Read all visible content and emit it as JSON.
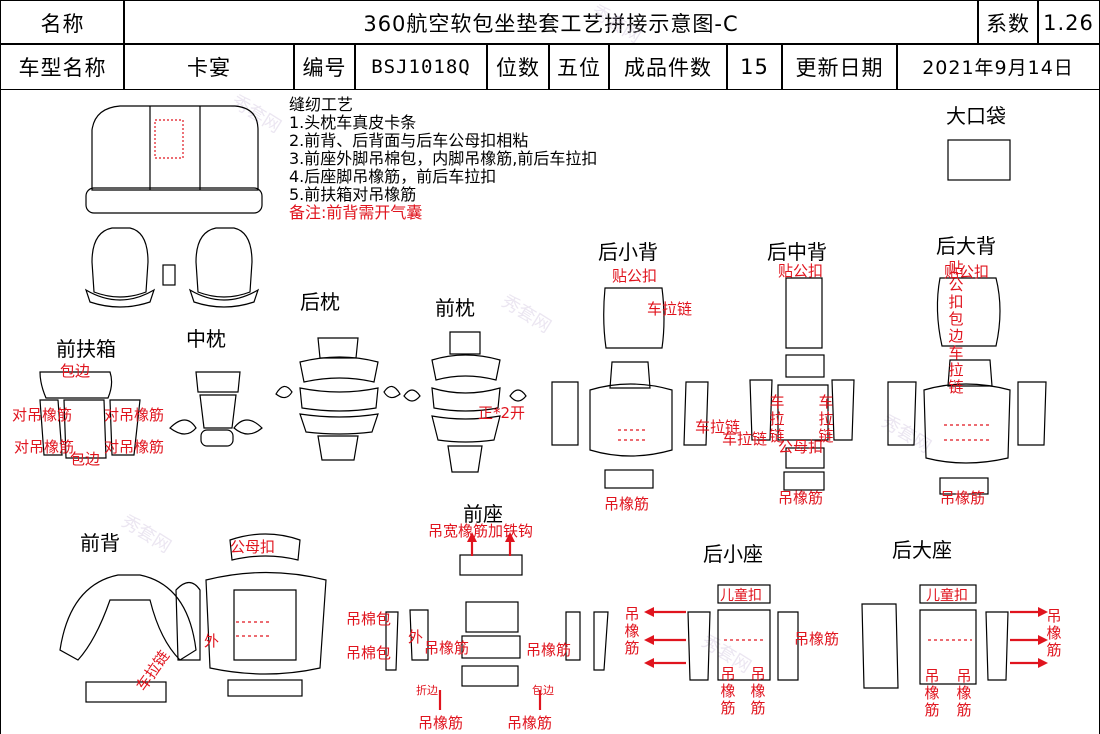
{
  "header": {
    "name_label": "名称",
    "title": "360航空软包坐垫套工艺拼接示意图-C",
    "coef_label": "系数",
    "coef_value": "1.26",
    "model_label": "车型名称",
    "model_value": "卡宴",
    "code_label": "编号",
    "code_value": "BSJ1018Q",
    "seats_label": "位数",
    "seats_value": "五位",
    "pieces_label": "成品件数",
    "pieces_value": "15",
    "date_label": "更新日期",
    "date_value": "2021年9月14日"
  },
  "craft": {
    "title": "缝纫工艺",
    "steps": [
      "1.头枕车真皮卡条",
      "2.前背、后背面与后车公母扣相粘",
      "3.前座外脚吊棉包，内脚吊橡筋,前后车拉扣",
      "4.后座脚吊橡筋，前后车拉扣",
      "5.前扶箱对吊橡筋"
    ],
    "note": "备注:前背需开气囊"
  },
  "sections": {
    "big_pocket": "大口袋",
    "front_armrest": "前扶箱",
    "mid_pillow": "中枕",
    "rear_pillow": "后枕",
    "front_pillow": "前枕",
    "rear_small_back": "后小背",
    "rear_mid_back": "后中背",
    "rear_big_back": "后大背",
    "front_back": "前背",
    "front_seat": "前座",
    "rear_small_seat": "后小座",
    "rear_big_seat": "后大座"
  },
  "annotations": {
    "wrap_edge": "包边",
    "pair_elastic": "对吊橡筋",
    "pair_elastic_b": "对吊橡筋",
    "snap": "贴公扣",
    "snap_b": "贴公扣",
    "snap_vertical": "贴公扣包边车拉链",
    "zipper": "车拉链",
    "zipper_b": "车拉链",
    "zipper_vertical_l": "车拉链",
    "zipper_vertical_r": "车拉链",
    "front_2": "正*2开",
    "mother_snap": "公母扣",
    "male_snap": "公母扣",
    "hang_elastic": "吊橡筋",
    "hang_elastic_b": "吊橡筋",
    "wide_elastic_hook": "吊宽橡筋加铁钩",
    "hang_cotton": "吊棉包",
    "hang_cotton_b": "吊棉包",
    "outer": "外",
    "outer_b": "外",
    "fold_edge": "折边",
    "wrap_edge_b": "包边",
    "child_snap": "儿童扣",
    "child_snap_b": "儿童扣",
    "elastic_vertical": "吊橡筋",
    "bottom_elastic": "吊橡筋"
  }
}
